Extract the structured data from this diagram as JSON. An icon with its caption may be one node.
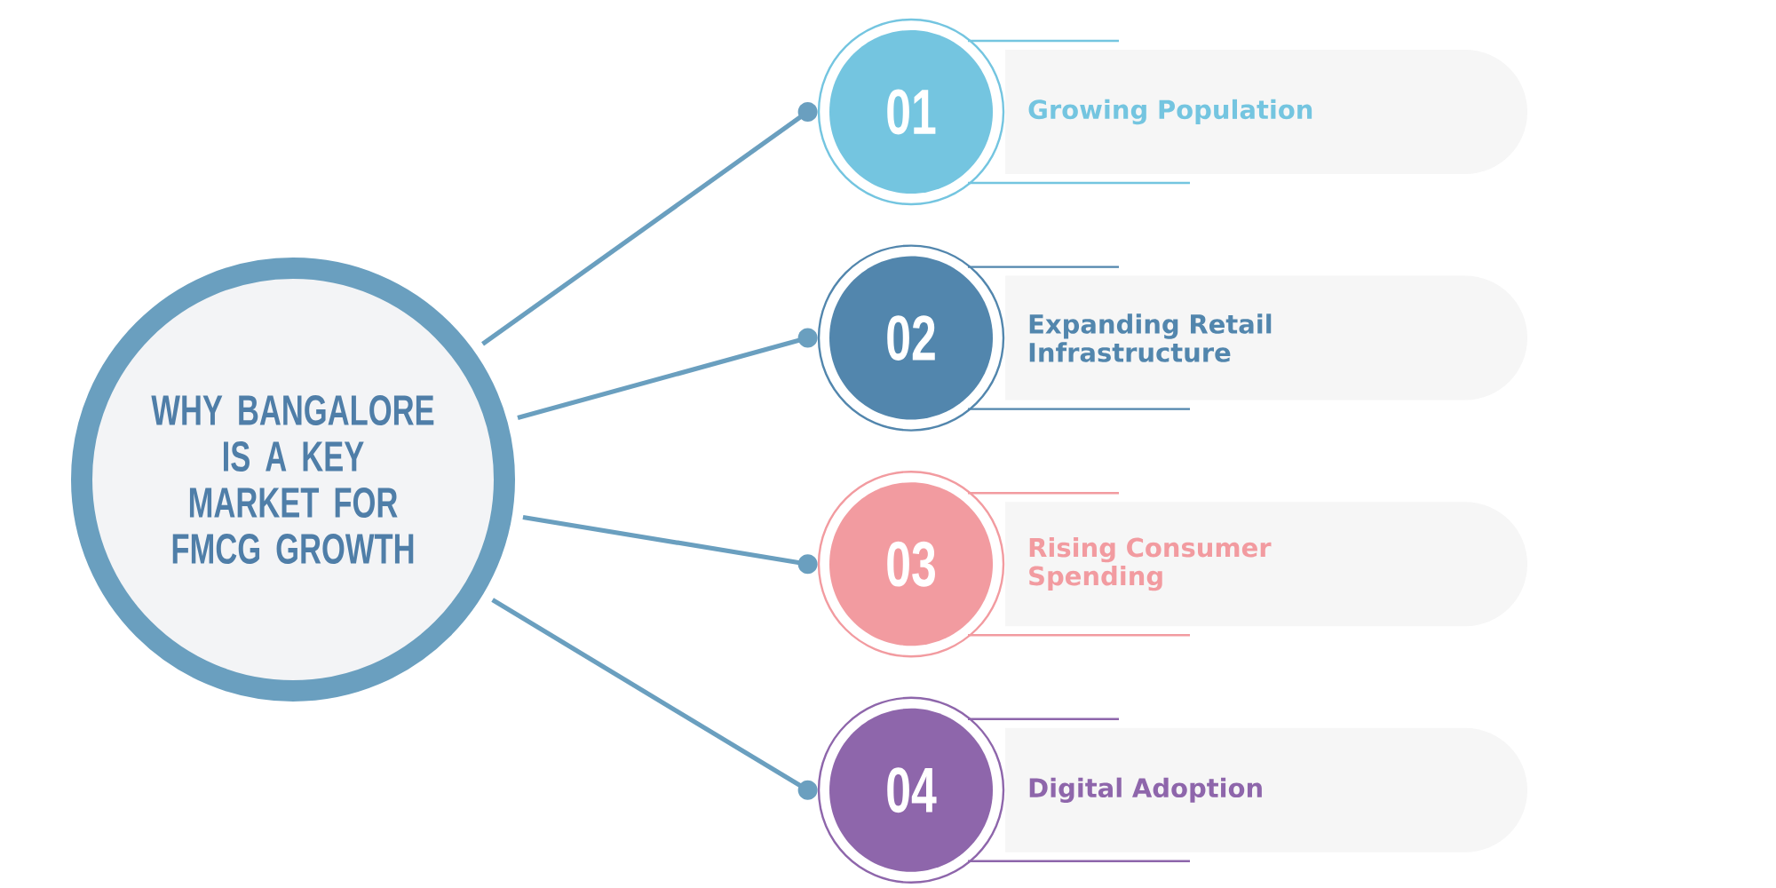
{
  "diagram": {
    "nodes": [
      {
        "text": [
          "WHY BANGALORE IS A KEY MARKET FOR FMCG GROWTH"
        ]
      },
      {
        "text": [
          "01"
        ]
      },
      {
        "text": [
          "Growing Population"
        ]
      },
      {
        "text": [
          "02"
        ]
      },
      {
        "text": [
          "Expanding Retail Infrastructure"
        ]
      },
      {
        "text": [
          "03"
        ]
      },
      {
        "text": [
          "Rising Consumer Spending"
        ]
      },
      {
        "text": [
          "04"
        ]
      },
      {
        "text": [
          "Digital Adoption"
        ]
      }
    ],
    "edges": [
      {
        "from": 0,
        "to": 1,
        "arrow": "other"
      },
      {
        "from": 0,
        "to": 3,
        "arrow": "other"
      },
      {
        "from": 0,
        "to": 5,
        "arrow": "other"
      },
      {
        "from": 0,
        "to": 7,
        "arrow": "other"
      }
    ]
  }
}
